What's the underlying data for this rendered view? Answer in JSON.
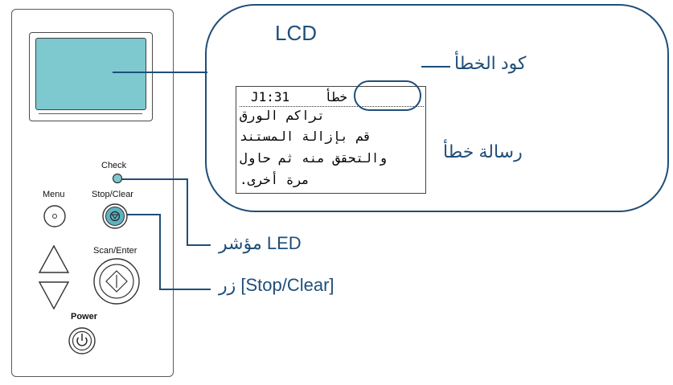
{
  "panel": {
    "check_label": "Check",
    "menu_label": "Menu",
    "stop_clear_label": "Stop/Clear",
    "scan_enter_label": "Scan/Enter",
    "power_label": "Power"
  },
  "callout": {
    "title": "LCD",
    "lcd_lines": {
      "line1_code": "J1:31",
      "line1_text": "خطأ",
      "line2": "تراكم الورق",
      "line3": "قم بإزالة المستند",
      "line4": "والتحقق منه ثم حاول",
      "line5": "مرة أخرى."
    },
    "error_code_label": "كود الخطأ",
    "error_message_label": "رسالة خطأ"
  },
  "annotations": {
    "led_label": "مؤشر LED",
    "stop_clear_button_label": "زر [Stop/Clear]"
  },
  "colors": {
    "accent": "#1f4e79",
    "lcd_screen": "#7ec8d0",
    "panel_outline": "#5a5a5a"
  },
  "icons": [
    "menu-button-icon",
    "stop-clear-button-icon",
    "up-arrow-icon",
    "down-arrow-icon",
    "scan-enter-button-icon",
    "power-button-icon",
    "check-led-icon"
  ]
}
